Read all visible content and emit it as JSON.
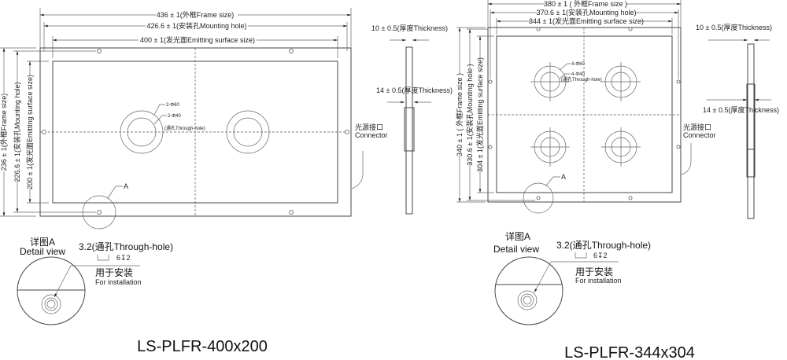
{
  "left": {
    "dims": {
      "frame_w": "436 ± 1(外框Frame size)",
      "mount_w": "426.6 ± 1(安装孔Mounting hole)",
      "emit_w": "400 ± 1(发光面Emitting surface size)",
      "frame_h": "236 ± 1(外框Frame size)",
      "mount_h": "226.6 ± 1(安装孔Mounting hole)",
      "emit_h": "200 ± 1(发光面Emitting surface size)"
    },
    "holes_outer": "2-Φ60",
    "holes_inner": "2-Φ40",
    "through_hole": "(通孔Through-hole)",
    "detail_marker": "A",
    "connector_cn": "光源接口",
    "connector_en": "Connector",
    "thickness_thin": "10 ± 0.5(厚度Thickness)",
    "thickness_thick": "14 ± 0.5(厚度Thickness)",
    "detail": {
      "title_cn": "详图A",
      "title_en": "Detail view",
      "hole_spec": "3.2(通孔Through-hole)",
      "counterbore": "6↧2",
      "use_cn": "用于安装",
      "use_en": "For installation"
    },
    "model": "LS-PLFR-400x200"
  },
  "right": {
    "dims": {
      "frame_w": "380 ± 1 ( 外框Frame size )",
      "mount_w": "370.6 ± 1(安装孔Mounting hole)",
      "emit_w": "344 ± 1(发光面Emitting surface size)",
      "frame_h": "340 ± 1 ( 外框Frame size )",
      "mount_h": "330.6 ± 1(安装孔Mounting hole )",
      "emit_h": "304 ± 1(发光面Emitting surface size)"
    },
    "holes_outer": "4-Φ60",
    "holes_inner": "4-Φ40",
    "through_hole": "(通孔Through-hole)",
    "detail_marker": "A",
    "connector_cn": "光源接口",
    "connector_en": "Connector",
    "thickness_thin": "10 ± 0.5(厚度Thickness)",
    "thickness_thick": "14 ± 0.5(厚度Thickness)",
    "detail": {
      "title_cn": "详图A",
      "title_en": "Detail view",
      "hole_spec": "3.2(通孔Through-hole)",
      "counterbore": "6↧2",
      "use_cn": "用于安装",
      "use_en": "For installation"
    },
    "model": "LS-PLFR-344x304"
  }
}
